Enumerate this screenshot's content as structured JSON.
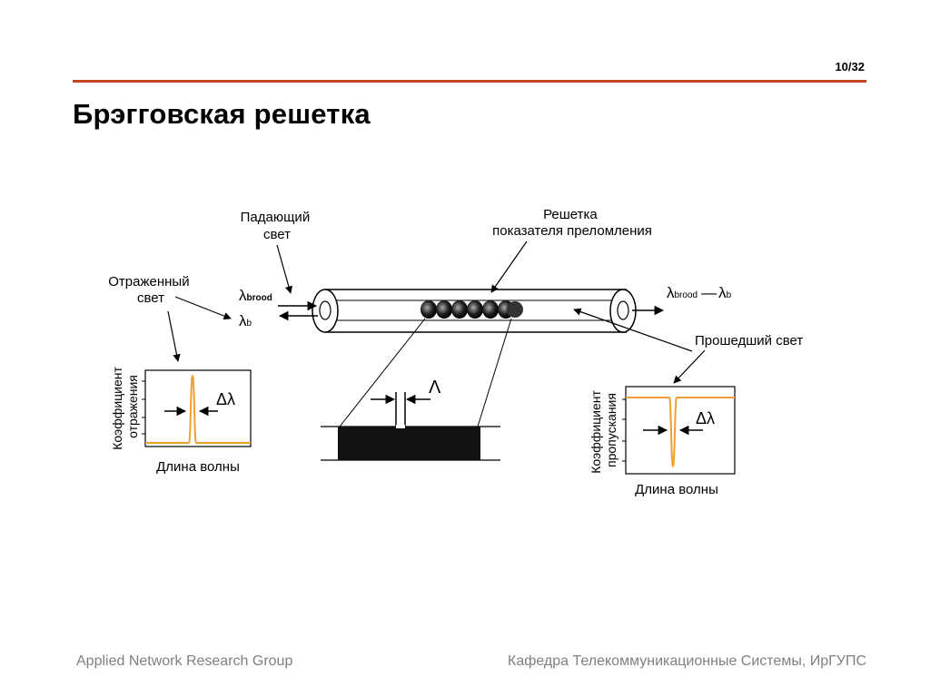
{
  "slide": {
    "page_number": "10/32",
    "title": "Брэгговская решетка",
    "footer_left": "Applied Network Research Group",
    "footer_right": "Кафедра Телекоммуникационные Системы, ИрГУПС"
  },
  "diagram": {
    "incident_label": [
      "Падающий",
      "свет"
    ],
    "grating_label": [
      "Решетка",
      "показателя преломления"
    ],
    "reflected_label": [
      "Отраженный",
      "свет"
    ],
    "transmitted_label": "Прошедший свет",
    "lambda_brood_sym": "λ",
    "lambda_brood_sub": "brood",
    "lambda_b_sym": "λ",
    "lambda_b_sub": "b",
    "out_lambda1": "λ",
    "out_sub1": "brood",
    "out_dash": "—",
    "out_lambda2": "λ",
    "out_sub2": "b",
    "period_label": "Λ",
    "left_plot": {
      "ylabel": [
        "Коэффициент",
        "отражения"
      ],
      "xlabel": "Длина волны",
      "delta_label": "Δλ"
    },
    "right_plot": {
      "ylabel": [
        "Коэффициент",
        "пропускания"
      ],
      "xlabel": "Длина волны",
      "delta_label": "Δλ"
    },
    "colors": {
      "accent_rule": "#c2441a",
      "spectrum": "#f0a030"
    }
  }
}
